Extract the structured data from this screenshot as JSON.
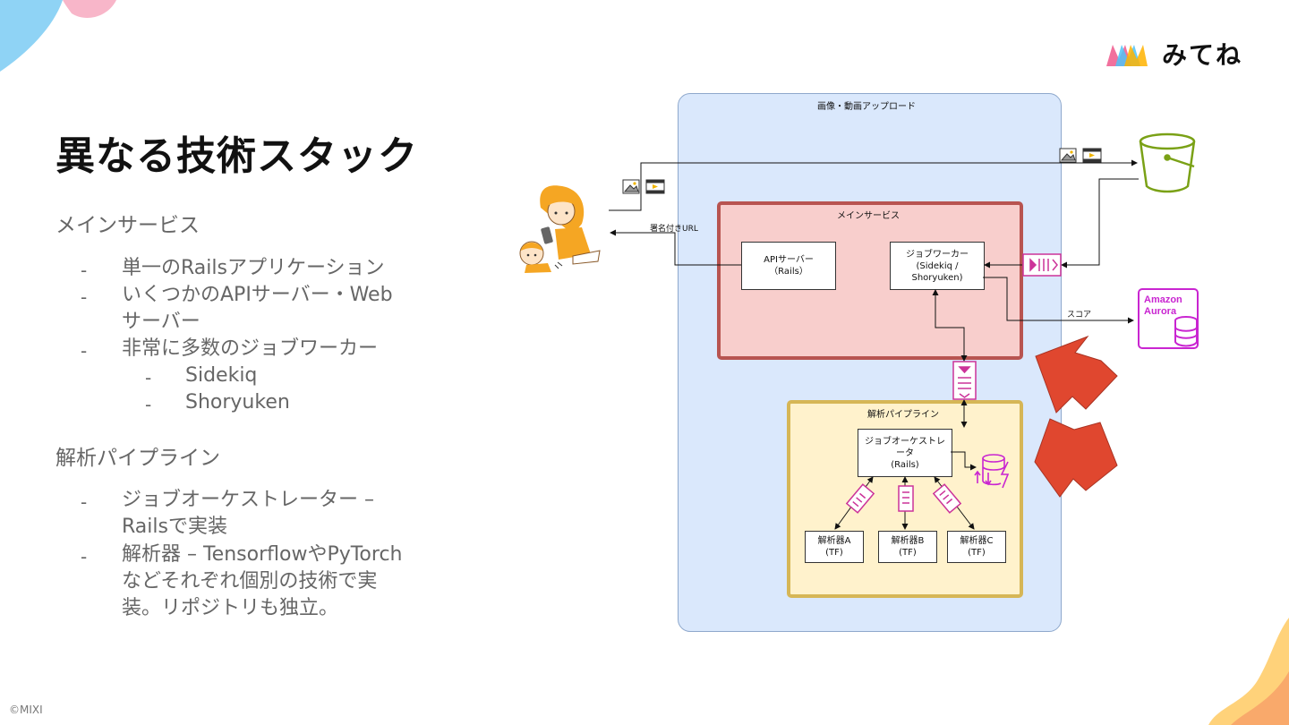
{
  "slide": {
    "title": "異なる技術スタック",
    "copyright": "©MIXI"
  },
  "brand": {
    "name": "みてね",
    "colors": [
      "#f06292",
      "#4fc3f7",
      "#ffb300"
    ]
  },
  "left_panel": {
    "section1": {
      "heading": "メインサービス",
      "items": [
        [
          "単一のRailsアプリケーション"
        ],
        [
          "いくつかのAPIサーバー・Web",
          "サーバー"
        ],
        [
          "非常に多数のジョブワーカー"
        ]
      ],
      "subitems": [
        "Sidekiq",
        "Shoryuken"
      ]
    },
    "section2": {
      "heading": "解析パイプライン",
      "items": [
        [
          "ジョブオーケストレーター –",
          "Railsで実装"
        ],
        [
          "解析器 – TensorflowやPyTorch",
          "などそれぞれ個別の技術で実",
          "装。リポジトリも独立。"
        ]
      ]
    },
    "dash": "-"
  },
  "diagram": {
    "outer_title": "画像・動画アップロード",
    "main_service": {
      "title": "メインサービス",
      "api_server": [
        "APIサーバー",
        "（Rails）"
      ],
      "job_worker": [
        "ジョブワーカー",
        "(Sidekiq / Shoryuken)"
      ]
    },
    "pipeline": {
      "title": "解析パイプライン",
      "orchestrator": [
        "ジョブオーケストレ",
        "ータ",
        "(Rails)"
      ],
      "analyzers": [
        [
          "解析器A",
          "(TF)"
        ],
        [
          "解析器B",
          "(TF)"
        ],
        [
          "解析器C",
          "(TF)"
        ]
      ]
    },
    "labels": {
      "signed_url": "署名付きURL",
      "score": "スコア"
    },
    "aurora": [
      "Amazon",
      "Aurora"
    ],
    "colors": {
      "outer_bg": "#dae8fc",
      "main_bg": "#f8cecc",
      "main_border": "#b85450",
      "pipeline_bg": "#fff2cc",
      "pipeline_border": "#d6b656",
      "queue": "#cc3399",
      "aurora": "#c925d1",
      "s3": "#7aa116",
      "arrow": "#e0472f"
    },
    "icons": [
      "image-icon",
      "video-icon",
      "s3-bucket-icon",
      "sqs-queue-icon",
      "aurora-database-icon",
      "elasticache-icon",
      "parent-child-illustration"
    ]
  }
}
